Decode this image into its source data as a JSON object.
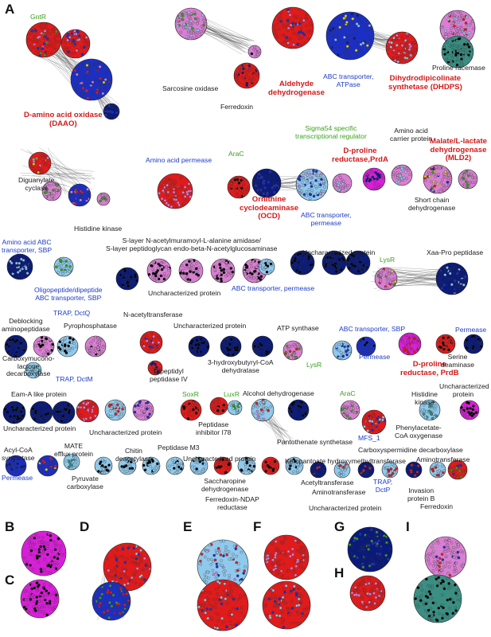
{
  "panels": [
    "A",
    "B",
    "C",
    "D",
    "E",
    "F",
    "G",
    "H",
    "I"
  ],
  "colors": {
    "red": "#e01b1b",
    "blue": "#1c2fc4",
    "darkblue": "#0a1a7a",
    "pink": "#d77fd1",
    "magenta": "#d81fd8",
    "lightblue": "#8fc9ec",
    "teal": "#3a8f82",
    "green": "#3aa020",
    "yellow": "#e6d21a",
    "grey": "#a8a8a8",
    "edge": "#333333"
  },
  "labels": {
    "gntr": "GntR",
    "daao": "D-amino acid oxidase\n(DAAO)",
    "sarcosine": "Sarcosine oxidase",
    "ferredoxin": "Ferredoxin",
    "aldehyde": "Aldehyde\ndehydrogenase",
    "abc_atpase": "ABC transporter,\nATPase",
    "dhdps": "Dihydrodipicolinate\nsynthetase (DHDPS)",
    "proline_racemase": "Proline racemase",
    "sigma54": "Sigma54 specific\ntranscriptional regulator",
    "aa_carrier": "Amino acid\ncarrier protein",
    "mld2": "Malate/L-lactate\ndehydrogenase\n(MLD2)",
    "aa_permease": "Amino acid permease",
    "arac1": "AraC",
    "dpra": "D-proline\nreductase,PrdA",
    "diguanylate": "Diguanylate\ncyclase",
    "ocd": "Ornithine\ncyclodeaminase\n(OCD)",
    "abc_permease1": "ABC transporter,\npermease",
    "short_chain": "Short chain\ndehydrogenase",
    "histidine1": "Histidine kinase",
    "aa_abc_sbp": "Amino acid ABC\ntransporter, SBP",
    "slayer": "S-layer N-acetylmuramoyl-L-alanine amidase/\nS-layer peptidoglycan endo-beta-N-acetylglucosaminase",
    "uncharacterized": "Uncharacterized protein",
    "lysr1": "LysR",
    "xaa_pro": "Xaa-Pro peptidase",
    "oligo": "Oligopeptide/dipeptide\nABC transporter, SBP",
    "abc_permease2": "ABC transporter, permease",
    "trap_dctq": "TRAP, DctQ",
    "deblocking": "Deblocking\naminopeptidase",
    "pyrophosphatase": "Pyrophosphatase",
    "nacetyl": "N-acetyltransferase",
    "atp_synthase": "ATP synthase",
    "abc_sbp": "ABC transporter, SBP",
    "permease": "Permease",
    "carboxymuconolactone": "Carboxymucono-\nlactone\ndecarboxylase",
    "trap_dctm": "TRAP, DctM",
    "dipeptidyl": "Dipeptidyl\npeptidase IV",
    "hydroxybutyryl": "3-hydroxybutyryl-CoA\ndehydratase",
    "lysr2": "LysR",
    "prdb": "D-proline\nreductase, PrdB",
    "serine": "Serine\ndeaminase",
    "eama": "Eam-A like protein",
    "soxr": "SoxR",
    "luxr": "LuxR",
    "alcohol": "Alcohol dehydrogenase",
    "arac2": "AraC",
    "histidine2": "Histidine\nkinase",
    "peptidase_inh": "Peptidase\ninhibitor I78",
    "mfs": "MFS_1",
    "phenylacetate": "Phenylacetate-\nCoA oxygenase",
    "mate": "MATE\nefflux protein",
    "acylcoa": "Acyl-CoA\nsynthetase",
    "chitin": "Chitin\ndeacetylase",
    "peptidase_m3": "Peptidase M3",
    "pantothenate": "Pantothenate synthetase",
    "carboxyspermidine": "Carboxyspermidine decarboxylase",
    "aminotransferase": "Aminotransferase",
    "ketopantoate": "Ketopantoate hydroxymethyltransferase",
    "pyruvate": "Pyruvate\ncarboxylase",
    "saccharopine": "Saccharopine\ndehydrogenase",
    "acetyltransferase": "Acetyltransferase",
    "trap_dctp": "TRAP,\nDctP",
    "invasion": "Invasion\nprotein B",
    "ferredoxin_ndap": "Ferredoxin-NDAP\nreductase"
  }
}
